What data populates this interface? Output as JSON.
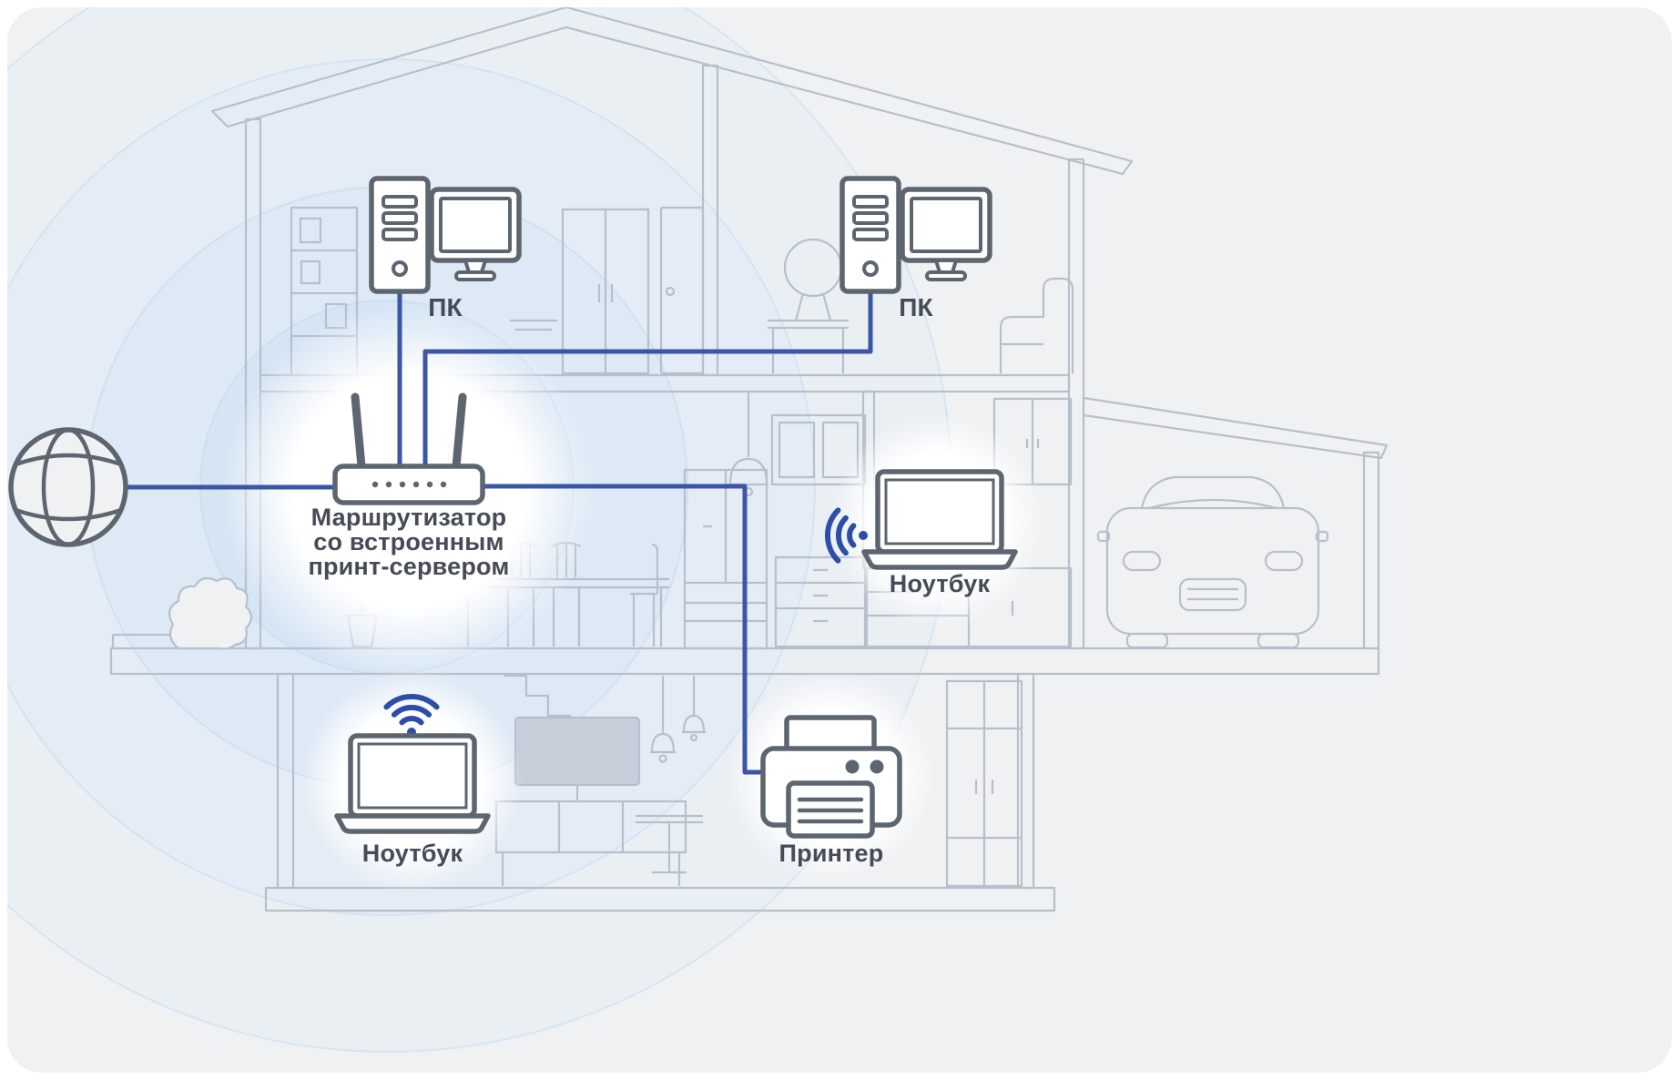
{
  "nodes": {
    "internet": {
      "icon": "globe-icon"
    },
    "router": {
      "icon": "router-icon",
      "label_lines": [
        "Маршрутизатор",
        "со встроенным",
        "принт-сервером"
      ]
    },
    "pc_left": {
      "icon": "desktop-pc-icon",
      "label": "ПК"
    },
    "pc_right": {
      "icon": "desktop-pc-icon",
      "label": "ПК"
    },
    "laptop_middle": {
      "icon": "laptop-icon",
      "label": "Ноутбук",
      "wireless": true
    },
    "laptop_basement": {
      "icon": "laptop-icon",
      "label": "Ноутбук",
      "wireless": true
    },
    "printer": {
      "icon": "printer-icon",
      "label": "Принтер"
    }
  },
  "connections": [
    {
      "from": "internet",
      "to": "router",
      "type": "wired"
    },
    {
      "from": "pc_left",
      "to": "router",
      "type": "wired"
    },
    {
      "from": "pc_right",
      "to": "router",
      "type": "wired"
    },
    {
      "from": "router",
      "to": "printer",
      "type": "wired"
    },
    {
      "from": "router",
      "to": "laptop_middle",
      "type": "wireless"
    },
    {
      "from": "router",
      "to": "laptop_basement",
      "type": "wireless"
    }
  ],
  "colors": {
    "background": "#f0f1f3",
    "house_outline": "#b6c0cd",
    "device_outline": "#5d6570",
    "wired_connection": "#3a56a5",
    "wifi_signal": "#2d4da8",
    "label_text": "#454b58",
    "ripple_fill": "#d5e6f5"
  }
}
